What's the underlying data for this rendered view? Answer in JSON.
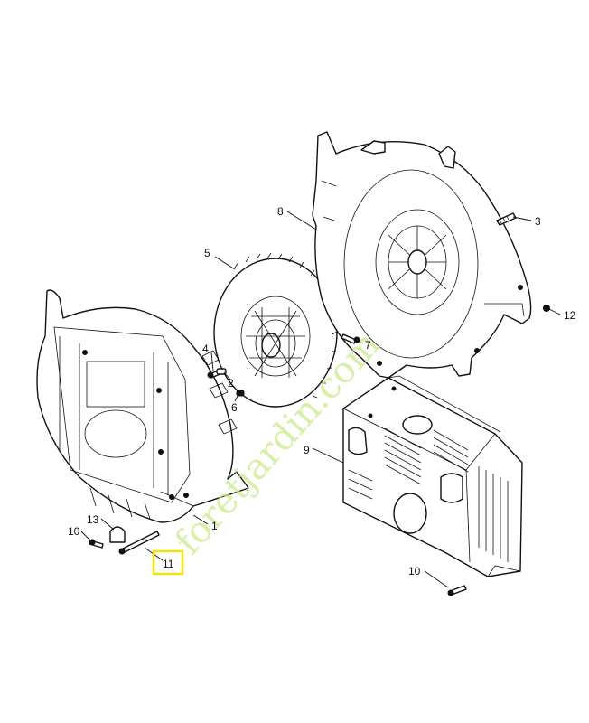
{
  "diagram": {
    "watermark": "foretjardin.com",
    "highlight_color": "#f2e600",
    "watermark_color": "#c9ec8e",
    "callouts": [
      {
        "id": "c1",
        "label": "1"
      },
      {
        "id": "c2",
        "label": "2"
      },
      {
        "id": "c3",
        "label": "3"
      },
      {
        "id": "c4",
        "label": "4"
      },
      {
        "id": "c5",
        "label": "5"
      },
      {
        "id": "c6",
        "label": "6"
      },
      {
        "id": "c7",
        "label": "7"
      },
      {
        "id": "c8",
        "label": "8"
      },
      {
        "id": "c9",
        "label": "9"
      },
      {
        "id": "c10a",
        "label": "10"
      },
      {
        "id": "c10b",
        "label": "10"
      },
      {
        "id": "c11",
        "label": "11",
        "highlighted": true
      },
      {
        "id": "c12",
        "label": "12"
      },
      {
        "id": "c13",
        "label": "13"
      }
    ]
  }
}
